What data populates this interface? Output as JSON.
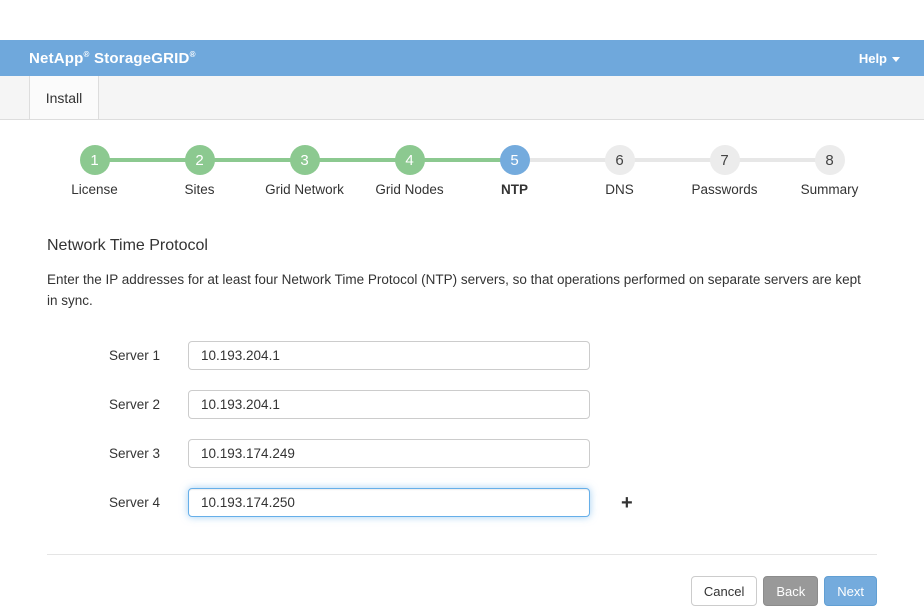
{
  "header": {
    "brand": "NetApp",
    "brand_reg": "®",
    "product": "StorageGRID",
    "product_reg": "®",
    "help_label": "Help",
    "bg_color": "#6fa8dc"
  },
  "tabs": [
    {
      "label": "Install",
      "active": true
    }
  ],
  "stepper": {
    "steps": [
      {
        "number": "1",
        "label": "License",
        "state": "done"
      },
      {
        "number": "2",
        "label": "Sites",
        "state": "done"
      },
      {
        "number": "3",
        "label": "Grid Network",
        "state": "done"
      },
      {
        "number": "4",
        "label": "Grid Nodes",
        "state": "done"
      },
      {
        "number": "5",
        "label": "NTP",
        "state": "current"
      },
      {
        "number": "6",
        "label": "DNS",
        "state": "todo"
      },
      {
        "number": "7",
        "label": "Passwords",
        "state": "todo"
      },
      {
        "number": "8",
        "label": "Summary",
        "state": "todo"
      }
    ],
    "done_color": "#8cc990",
    "current_color": "#74abdd",
    "todo_color": "#ececec"
  },
  "content": {
    "title": "Network Time Protocol",
    "description": "Enter the IP addresses for at least four Network Time Protocol (NTP) servers, so that operations performed on separate servers are kept in sync."
  },
  "form": {
    "servers": [
      {
        "label": "Server 1",
        "value": "10.193.204.1",
        "focused": false,
        "has_add": false
      },
      {
        "label": "Server 2",
        "value": "10.193.204.1",
        "focused": false,
        "has_add": false
      },
      {
        "label": "Server 3",
        "value": "10.193.174.249",
        "focused": false,
        "has_add": false
      },
      {
        "label": "Server 4",
        "value": "10.193.174.250",
        "focused": true,
        "has_add": true
      }
    ],
    "add_button_glyph": "+"
  },
  "footer": {
    "cancel_label": "Cancel",
    "back_label": "Back",
    "next_label": "Next"
  }
}
